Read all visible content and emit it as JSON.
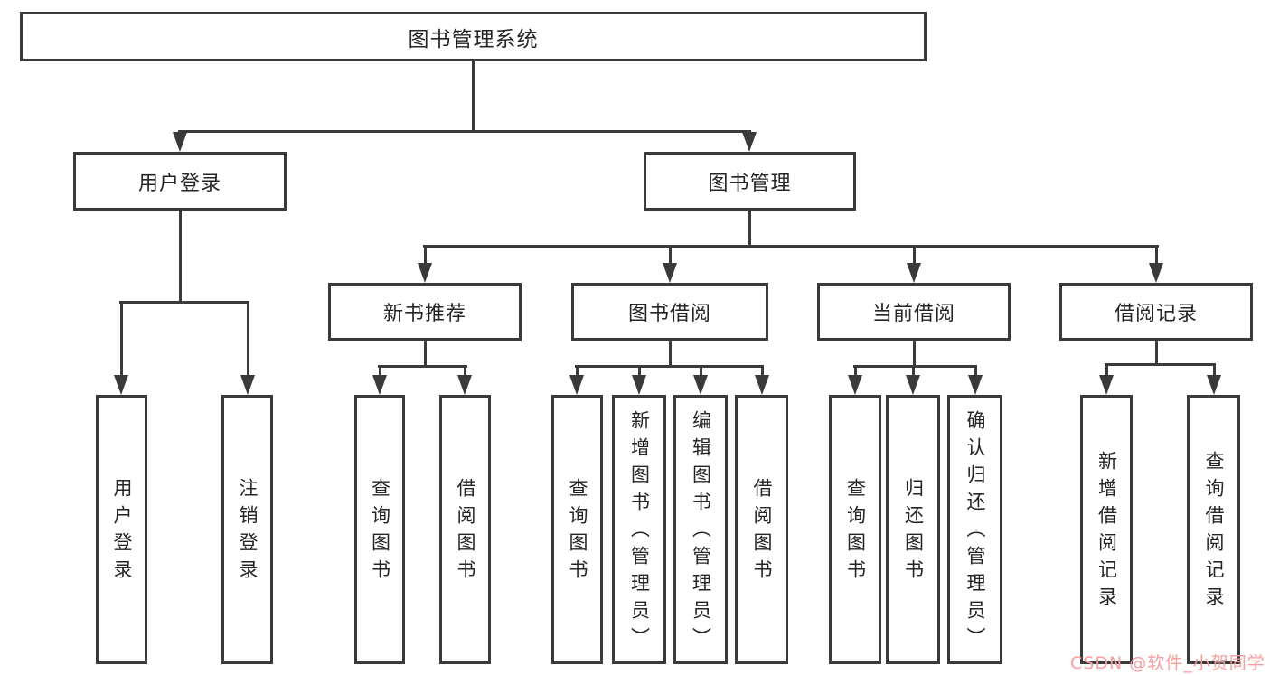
{
  "diagram": {
    "title_node": {
      "label": "图书管理系统"
    },
    "level2": [
      {
        "label": "用户登录"
      },
      {
        "label": "图书管理"
      }
    ],
    "level3": [
      {
        "label": "新书推荐"
      },
      {
        "label": "图书借阅"
      },
      {
        "label": "当前借阅"
      },
      {
        "label": "借阅记录"
      }
    ],
    "leaves": {
      "user_login": [
        "用户登录",
        "注销登录"
      ],
      "new_book": [
        "查询图书",
        "借阅图书"
      ],
      "book_borrow": [
        "查询图书",
        "新增图书（管理员）",
        "编辑图书（管理员）",
        "借阅图书"
      ],
      "current_borrow": [
        "查询图书",
        "归还图书",
        "确认归还（管理员）"
      ],
      "borrow_record": [
        "新增借阅记录",
        "查询借阅记录"
      ]
    }
  },
  "watermark": {
    "text": "CSDN @软件_小贺同学",
    "color": "#f59f9f"
  },
  "colors": {
    "line": "#3a3a3a",
    "box_border": "#3a3a3a",
    "text": "#252525",
    "background": "#ffffff"
  }
}
